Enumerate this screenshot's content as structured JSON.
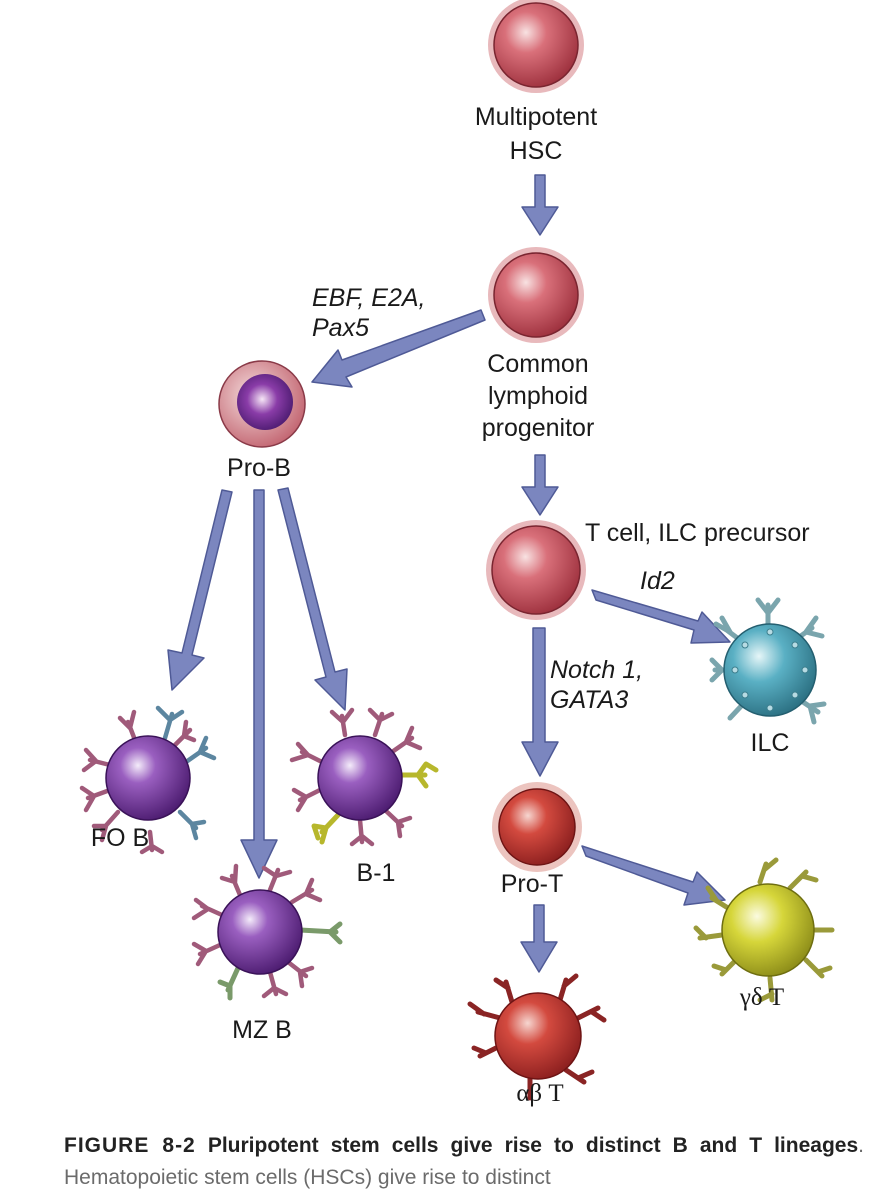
{
  "nodes": {
    "hsc": "Multipotent\nHSC",
    "clp": "Common\nlymphoid\nprogenitor",
    "pro_b": "Pro-B",
    "t_ilc": "T cell, ILC precursor",
    "ilc": "ILC",
    "fo_b": "FO B",
    "mz_b": "MZ B",
    "b1": "B-1",
    "pro_t": "Pro-T",
    "ab_t": "αβ T",
    "gd_t": "γδ T"
  },
  "edge_labels": {
    "b_factors": "EBF, E2A,\nPax5",
    "ilc_factor": "Id2",
    "t_factors": "Notch 1,\nGATA3"
  },
  "caption": {
    "figure": "FIGURE 8-2",
    "title": "Pluripotent stem cells give rise to distinct B and T lineages",
    "text": ". Hematopoietic stem cells (HSCs) give rise to distinct"
  },
  "colors": {
    "arrow": "#7b86bf",
    "arrow_stroke": "#4f5a96",
    "progenitor": "#c44d57",
    "b_cell": "#6a2d8c",
    "t_cell": "#b32c2c",
    "ilc": "#3f9bb0",
    "gd_t": "#c9c930",
    "b_receptor": "#a05a7a",
    "ilc_receptor": "#7aa5ad",
    "marker_green": "#c8c83a",
    "mz_receptor": "#7a9a6a",
    "t_receptor": "#8a2424",
    "gd_receptor": "#9a9a3a"
  }
}
